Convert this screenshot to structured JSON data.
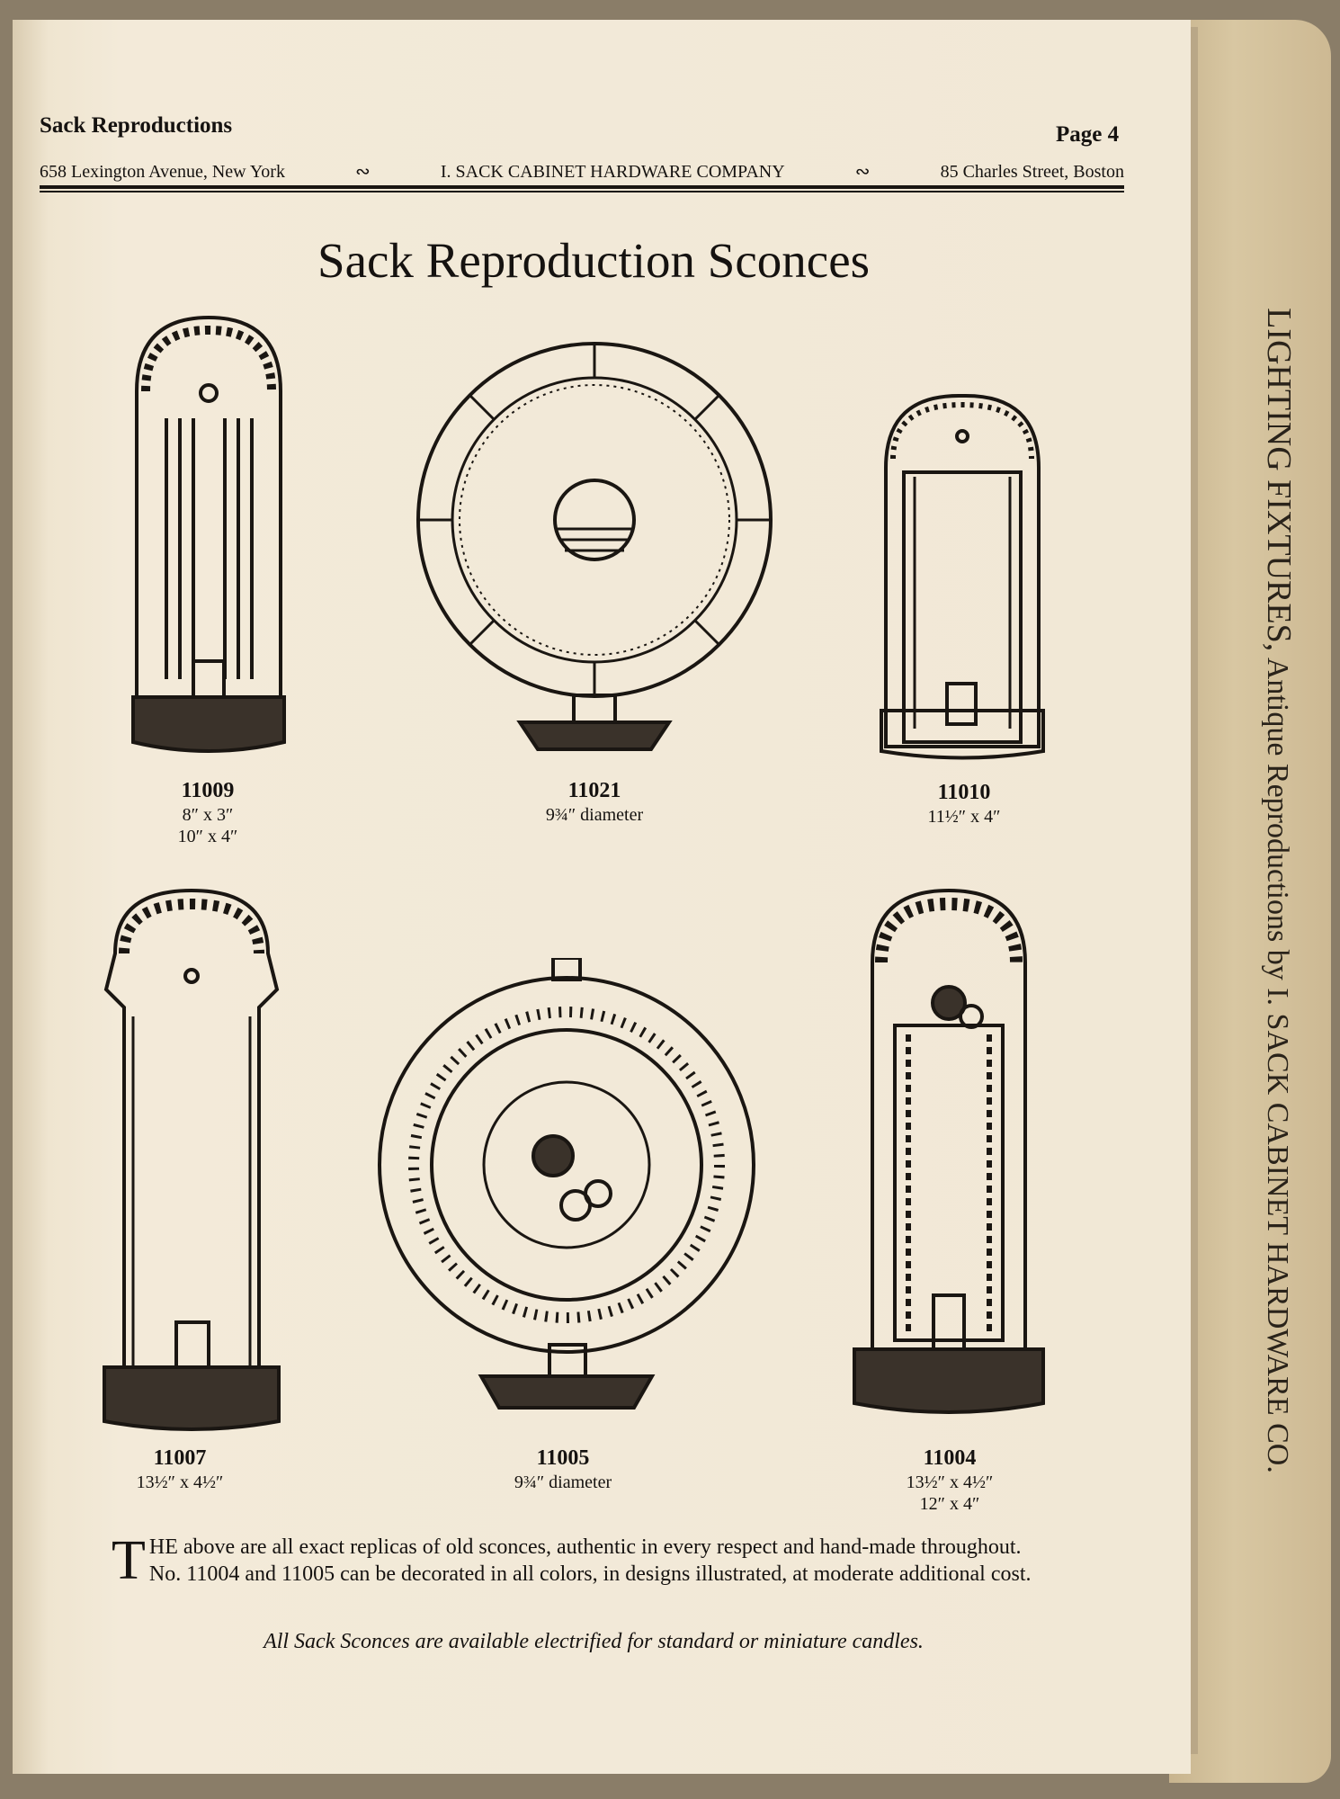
{
  "header": {
    "left_title": "Sack Reproductions",
    "page": "Page 4",
    "address_ny": "658 Lexington Avenue, New York",
    "separator": "∾",
    "company": "I. SACK CABINET HARDWARE COMPANY",
    "address_boston": "85 Charles Street, Boston"
  },
  "title": "Sack Reproduction Sconces",
  "items": [
    {
      "number": "11009",
      "dims": [
        "8″ x 3″",
        "10″ x 4″"
      ]
    },
    {
      "number": "11021",
      "dims": [
        "9¾″ diameter"
      ]
    },
    {
      "number": "11010",
      "dims": [
        "11½″ x 4″"
      ]
    },
    {
      "number": "11007",
      "dims": [
        "13½″ x 4½″"
      ]
    },
    {
      "number": "11005",
      "dims": [
        "9¾″ diameter"
      ]
    },
    {
      "number": "11004",
      "dims": [
        "13½″ x 4½″",
        "12″ x 4″"
      ]
    }
  ],
  "paragraph": {
    "dropcap": "T",
    "text": "HE above are all exact replicas of old sconces, authentic in every respect and hand-made throughout. No. 11004 and 11005 can be decorated in all colors, in designs illustrated, at moderate additional cost."
  },
  "note": "All Sack Sconces are available electrified for standard or miniature candles.",
  "side_tab": {
    "main": "LIGHTING FIXTURES,",
    "rest": " Antique Reproductions by ",
    "company": "I. SACK CABINET HARDWARE CO."
  }
}
